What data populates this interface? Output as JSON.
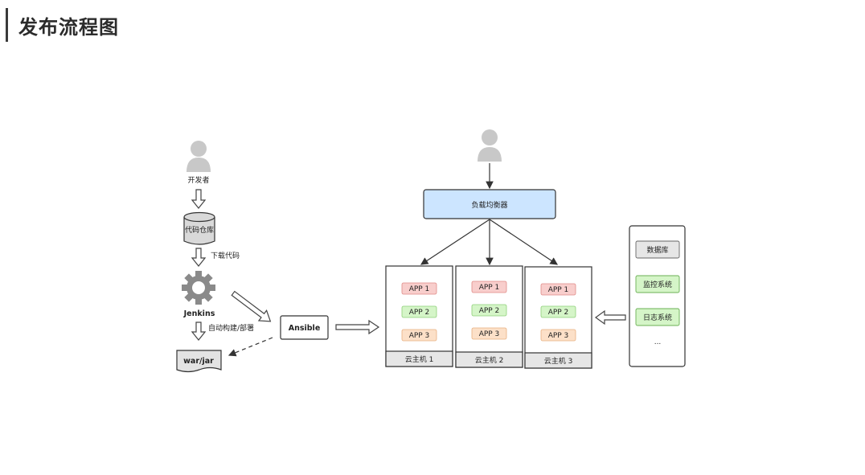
{
  "page": {
    "title": "发布流程图"
  },
  "diagram": {
    "developer_label": "开发者",
    "repo_label": "代码仓库",
    "download_label": "下载代码",
    "jenkins_label": "Jenkins",
    "build_label": "自动构建/部署",
    "artifact_label": "war/jar",
    "ansible_label": "Ansible",
    "load_balancer_label": "负载均衡器",
    "hosts": [
      {
        "label": "云主机 1",
        "apps": [
          "APP 1",
          "APP 2",
          "APP 3"
        ]
      },
      {
        "label": "云主机 2",
        "apps": [
          "APP 1",
          "APP 2",
          "APP 3"
        ]
      },
      {
        "label": "云主机 3",
        "apps": [
          "APP 1",
          "APP 2",
          "APP 3"
        ]
      }
    ],
    "services": {
      "items": [
        "数据库",
        "监控系统",
        "日志系统"
      ],
      "ellipsis": "..."
    },
    "colors": {
      "load_balancer_fill": "#cce5ff",
      "app1_fill": "#f8cecc",
      "app2_fill": "#d5f5c8",
      "app3_fill": "#fce0c8",
      "db_fill": "#e6e6e6",
      "monitor_fill": "#d5f5c8",
      "log_fill": "#d5f5c8",
      "host_footer_fill": "#e6e6e6"
    }
  }
}
